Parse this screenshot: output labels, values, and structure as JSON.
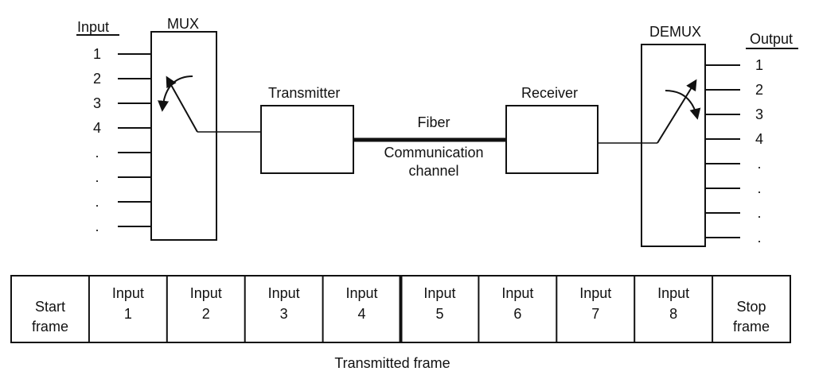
{
  "mux": {
    "title": "MUX",
    "input_header": "Input",
    "input_labels": [
      "1",
      "2",
      "3",
      "4",
      ".",
      ".",
      ".",
      "."
    ]
  },
  "transmitter": {
    "label": "Transmitter"
  },
  "channel": {
    "fiber_label": "Fiber",
    "line1": "Communication",
    "line2": "channel"
  },
  "receiver": {
    "label": "Receiver"
  },
  "demux": {
    "title": "DEMUX",
    "output_header": "Output",
    "output_labels": [
      "1",
      "2",
      "3",
      "4",
      ".",
      ".",
      ".",
      "."
    ]
  },
  "frame": {
    "caption": "Transmitted frame",
    "cells": [
      {
        "line1": "Start",
        "line2": "frame"
      },
      {
        "line1": "Input",
        "line2": "1"
      },
      {
        "line1": "Input",
        "line2": "2"
      },
      {
        "line1": "Input",
        "line2": "3"
      },
      {
        "line1": "Input",
        "line2": "4"
      },
      {
        "line1": "Input",
        "line2": "5"
      },
      {
        "line1": "Input",
        "line2": "6"
      },
      {
        "line1": "Input",
        "line2": "7"
      },
      {
        "line1": "Input",
        "line2": "8"
      },
      {
        "line1": "Stop",
        "line2": "frame"
      }
    ]
  },
  "colors": {
    "ink": "#111111",
    "background": "#ffffff"
  }
}
